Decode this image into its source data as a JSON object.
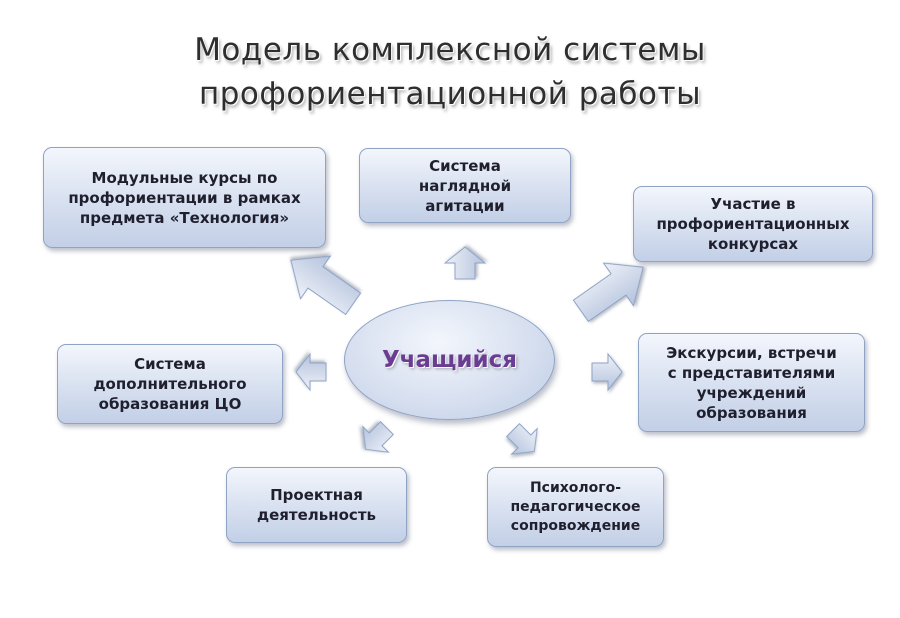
{
  "title": {
    "line1": "Модель комплексной системы",
    "line2": "профориентационной работы"
  },
  "center": {
    "label": "Учащийся"
  },
  "boxes": {
    "modular_courses": [
      "Модульные курсы по",
      "профориентации в рамках",
      "предмета «Технология»"
    ],
    "visual_agitation": [
      "Система",
      "наглядной",
      "агитации"
    ],
    "contests": [
      "Участие в",
      "профориентационных",
      "конкурсах"
    ],
    "additional_education": [
      "Система",
      "дополнительного",
      "образования ЦО"
    ],
    "excursions": [
      "Экскурсии, встречи",
      "с представителями",
      "учреждений",
      "образования"
    ],
    "project_activity": [
      "Проектная",
      "деятельность"
    ],
    "psych_support": [
      "Психолого-",
      "педагогическое",
      "сопровождение"
    ]
  },
  "colors": {
    "box_fill": "#d7e0f0",
    "box_border": "#8fa3c4",
    "arrow_fill": "#c7d2e6",
    "center_text": "#6a3c92",
    "text": "#1f1f2e"
  }
}
